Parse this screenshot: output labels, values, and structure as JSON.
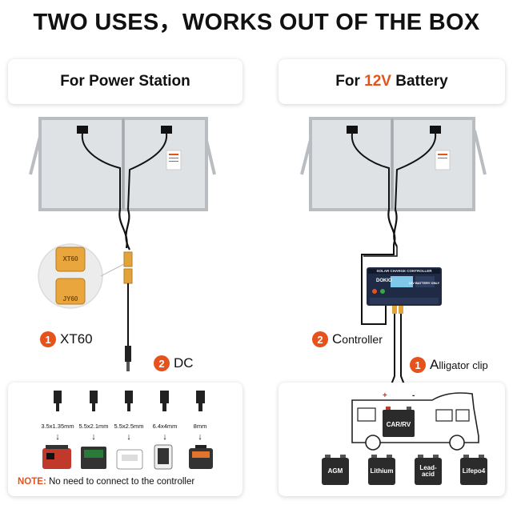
{
  "title": "TWO USES，WORKS OUT OF THE BOX",
  "left": {
    "header": "For Power Station",
    "labels": [
      {
        "num": "1",
        "text": "XT60"
      },
      {
        "num": "2",
        "text": "DC"
      }
    ],
    "connector_labels": {
      "top": "XT60",
      "bottom": "JY60"
    },
    "dc_tips": [
      "3.5x1.35mm",
      "5.5x2.1mm",
      "5.5x2.5mm",
      "6.4x4mm",
      "8mm"
    ],
    "arrow": "↓",
    "note_prefix": "NOTE:",
    "note_text": " No need to connect to the controller"
  },
  "right": {
    "header_prefix": "For ",
    "header_accent": "12V",
    "header_suffix": " Battery",
    "labels": [
      {
        "num": "2",
        "lead": "C",
        "text": "ontroller"
      },
      {
        "num": "1",
        "lead": "A",
        "text": "lligator clip"
      }
    ],
    "controller": {
      "brand": "DOKIO",
      "model": "12V BATTERY ONLY",
      "subtitle": "SOLAR CHARGE CONTROLLER"
    },
    "polarity": {
      "plus": "+",
      "minus": "-"
    },
    "rv_battery_label": "CAR/RV",
    "battery_types": [
      "AGM",
      "Lithium",
      "Lead-\nacid",
      "Lifepo4"
    ]
  },
  "colors": {
    "accent": "#e5521c",
    "panel_frame": "#b9bcc0",
    "panel_cell": "#dfe2e5",
    "cable": "#111111",
    "connector": "#e3a33b"
  }
}
